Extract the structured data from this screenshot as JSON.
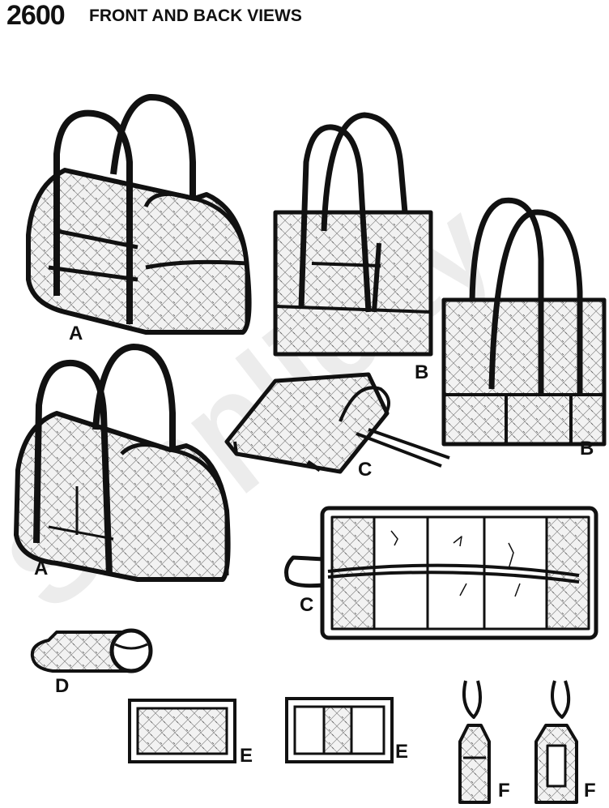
{
  "header": {
    "pattern_number": "2600",
    "title": "FRONT AND BACK VIEWS"
  },
  "watermark": {
    "text": "Simplicity"
  },
  "views": [
    {
      "label": "A",
      "item": "duffle-bag-front"
    },
    {
      "label": "B",
      "item": "tote-bag-front"
    },
    {
      "label": "B",
      "item": "tote-bag-back"
    },
    {
      "label": "A",
      "item": "duffle-bag-back"
    },
    {
      "label": "C",
      "item": "folded-organizer"
    },
    {
      "label": "C",
      "item": "open-organizer"
    },
    {
      "label": "D",
      "item": "roll-case"
    },
    {
      "label": "E",
      "item": "tray-plain"
    },
    {
      "label": "E",
      "item": "tray-divided"
    },
    {
      "label": "F",
      "item": "luggage-tag-front"
    },
    {
      "label": "F",
      "item": "luggage-tag-back"
    }
  ]
}
